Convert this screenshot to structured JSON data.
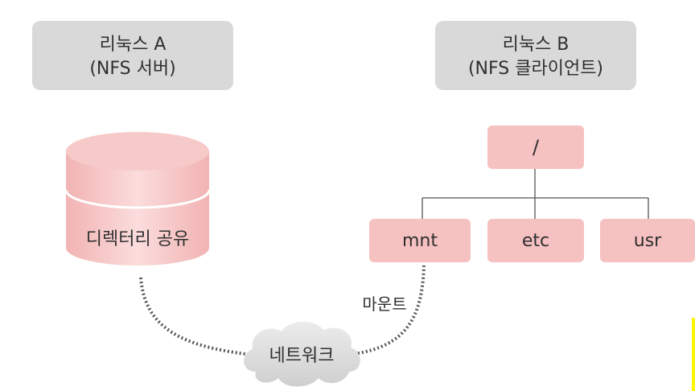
{
  "server_box": {
    "line1": "리눅스 A",
    "line2": "(NFS 서버)"
  },
  "client_box": {
    "line1": "리눅스 B",
    "line2": "(NFS 클라이언트)"
  },
  "shared_directory_label": "디렉터리 공유",
  "tree": {
    "root": "/",
    "children": [
      "mnt",
      "etc",
      "usr"
    ]
  },
  "mount_label": "마운트",
  "network_label": "네트워크",
  "colors": {
    "header_box": "#d9d9d9",
    "pink_fill": "#f6c1c1",
    "pink_light": "#fbdcdc",
    "dots": "#555555",
    "line": "#555555",
    "cloud": "#dcdcdc",
    "yellow_accent": "#fff700"
  }
}
